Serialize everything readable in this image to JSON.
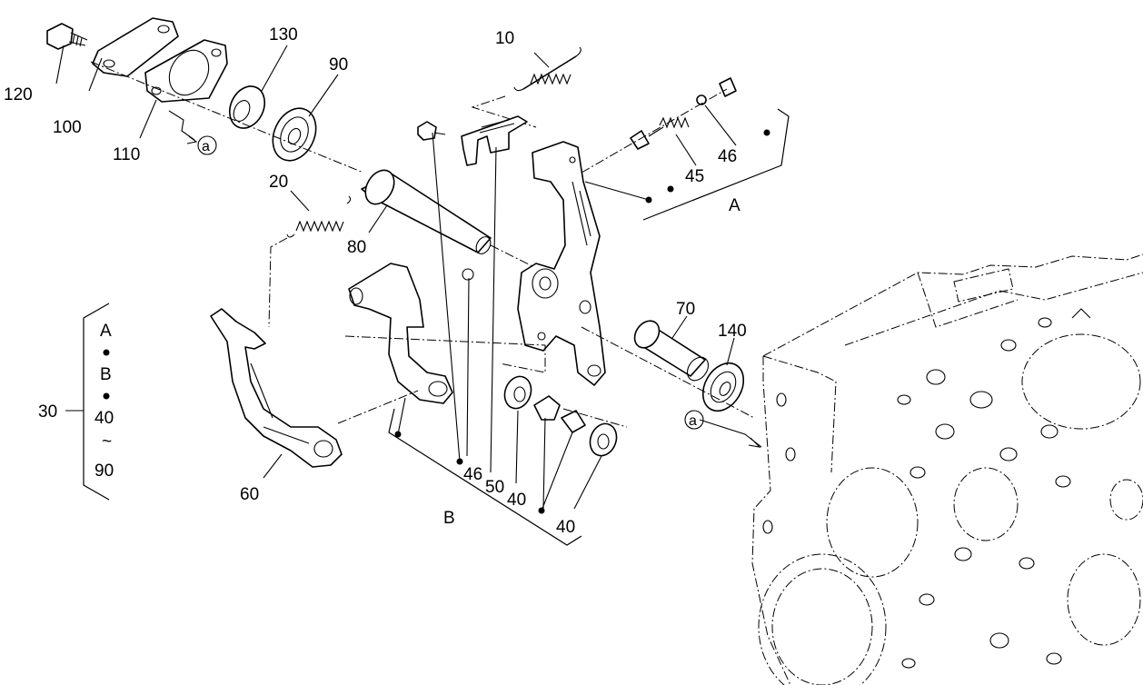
{
  "callouts": {
    "p10": "10",
    "p20": "20",
    "p30": "30",
    "p40a": "40",
    "p40b": "40",
    "p45": "45",
    "p46a": "46",
    "p46b": "46",
    "p50": "50",
    "p60": "60",
    "p70": "70",
    "p80": "80",
    "p90": "90",
    "p100": "100",
    "p110": "110",
    "p120": "120",
    "p130": "130",
    "p140": "140"
  },
  "group_labels": {
    "group_a": "A",
    "group_b": "B"
  },
  "refs": {
    "ref_a_top": "a",
    "ref_a_right": "a"
  },
  "legend": {
    "item_a": "A",
    "item_b": "B",
    "item_40": "40",
    "tilde": "~",
    "item_90": "90"
  }
}
